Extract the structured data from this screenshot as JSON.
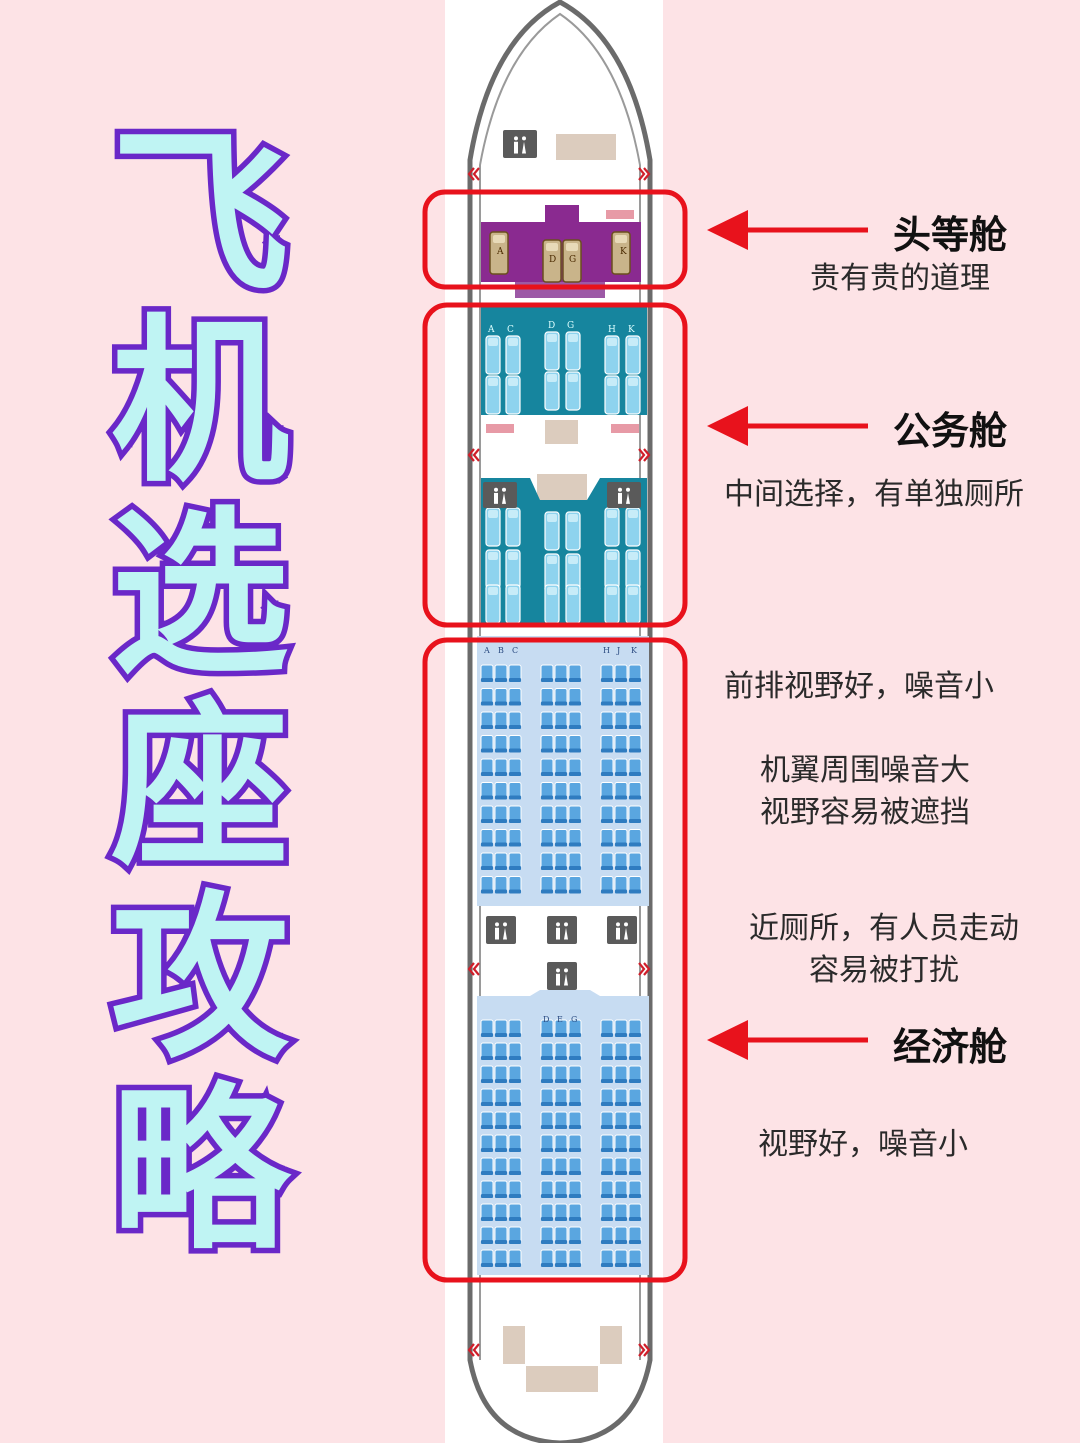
{
  "title": [
    "飞",
    "机",
    "选",
    "座",
    "攻",
    "略"
  ],
  "colors": {
    "background": "#fde3e6",
    "title_fill": "#bff4f3",
    "title_stroke": "#6a28c8",
    "highlight_box": "#e8121c",
    "first_class": "#8a2a90",
    "business_class": "#16859e",
    "economy_seat": "#5aa6e0"
  },
  "cabins": {
    "first": {
      "name": "头等舱",
      "note": "贵有贵的道理"
    },
    "business": {
      "name": "公务舱",
      "note": "中间选择，有单独厕所"
    },
    "economy": {
      "name": "经济舱",
      "notes": [
        {
          "lines": [
            "前排视野好，噪音小"
          ]
        },
        {
          "lines": [
            "机翼周围噪音大",
            "视野容易被遮挡"
          ]
        },
        {
          "lines": [
            "近厕所，有人员走动",
            "容易被打扰"
          ]
        },
        {
          "lines": [
            "视野好，噪音小"
          ]
        }
      ]
    }
  },
  "seat_letters": {
    "first": [
      "A",
      "D",
      "G",
      "K"
    ],
    "business": [
      "A",
      "C",
      "D",
      "G",
      "H",
      "K"
    ],
    "economy": [
      "A",
      "B",
      "C",
      "D",
      "E",
      "G",
      "H",
      "J",
      "K"
    ]
  },
  "icons": [
    "restroom-icon",
    "exit-arrow-icon",
    "arrow-left-icon"
  ]
}
